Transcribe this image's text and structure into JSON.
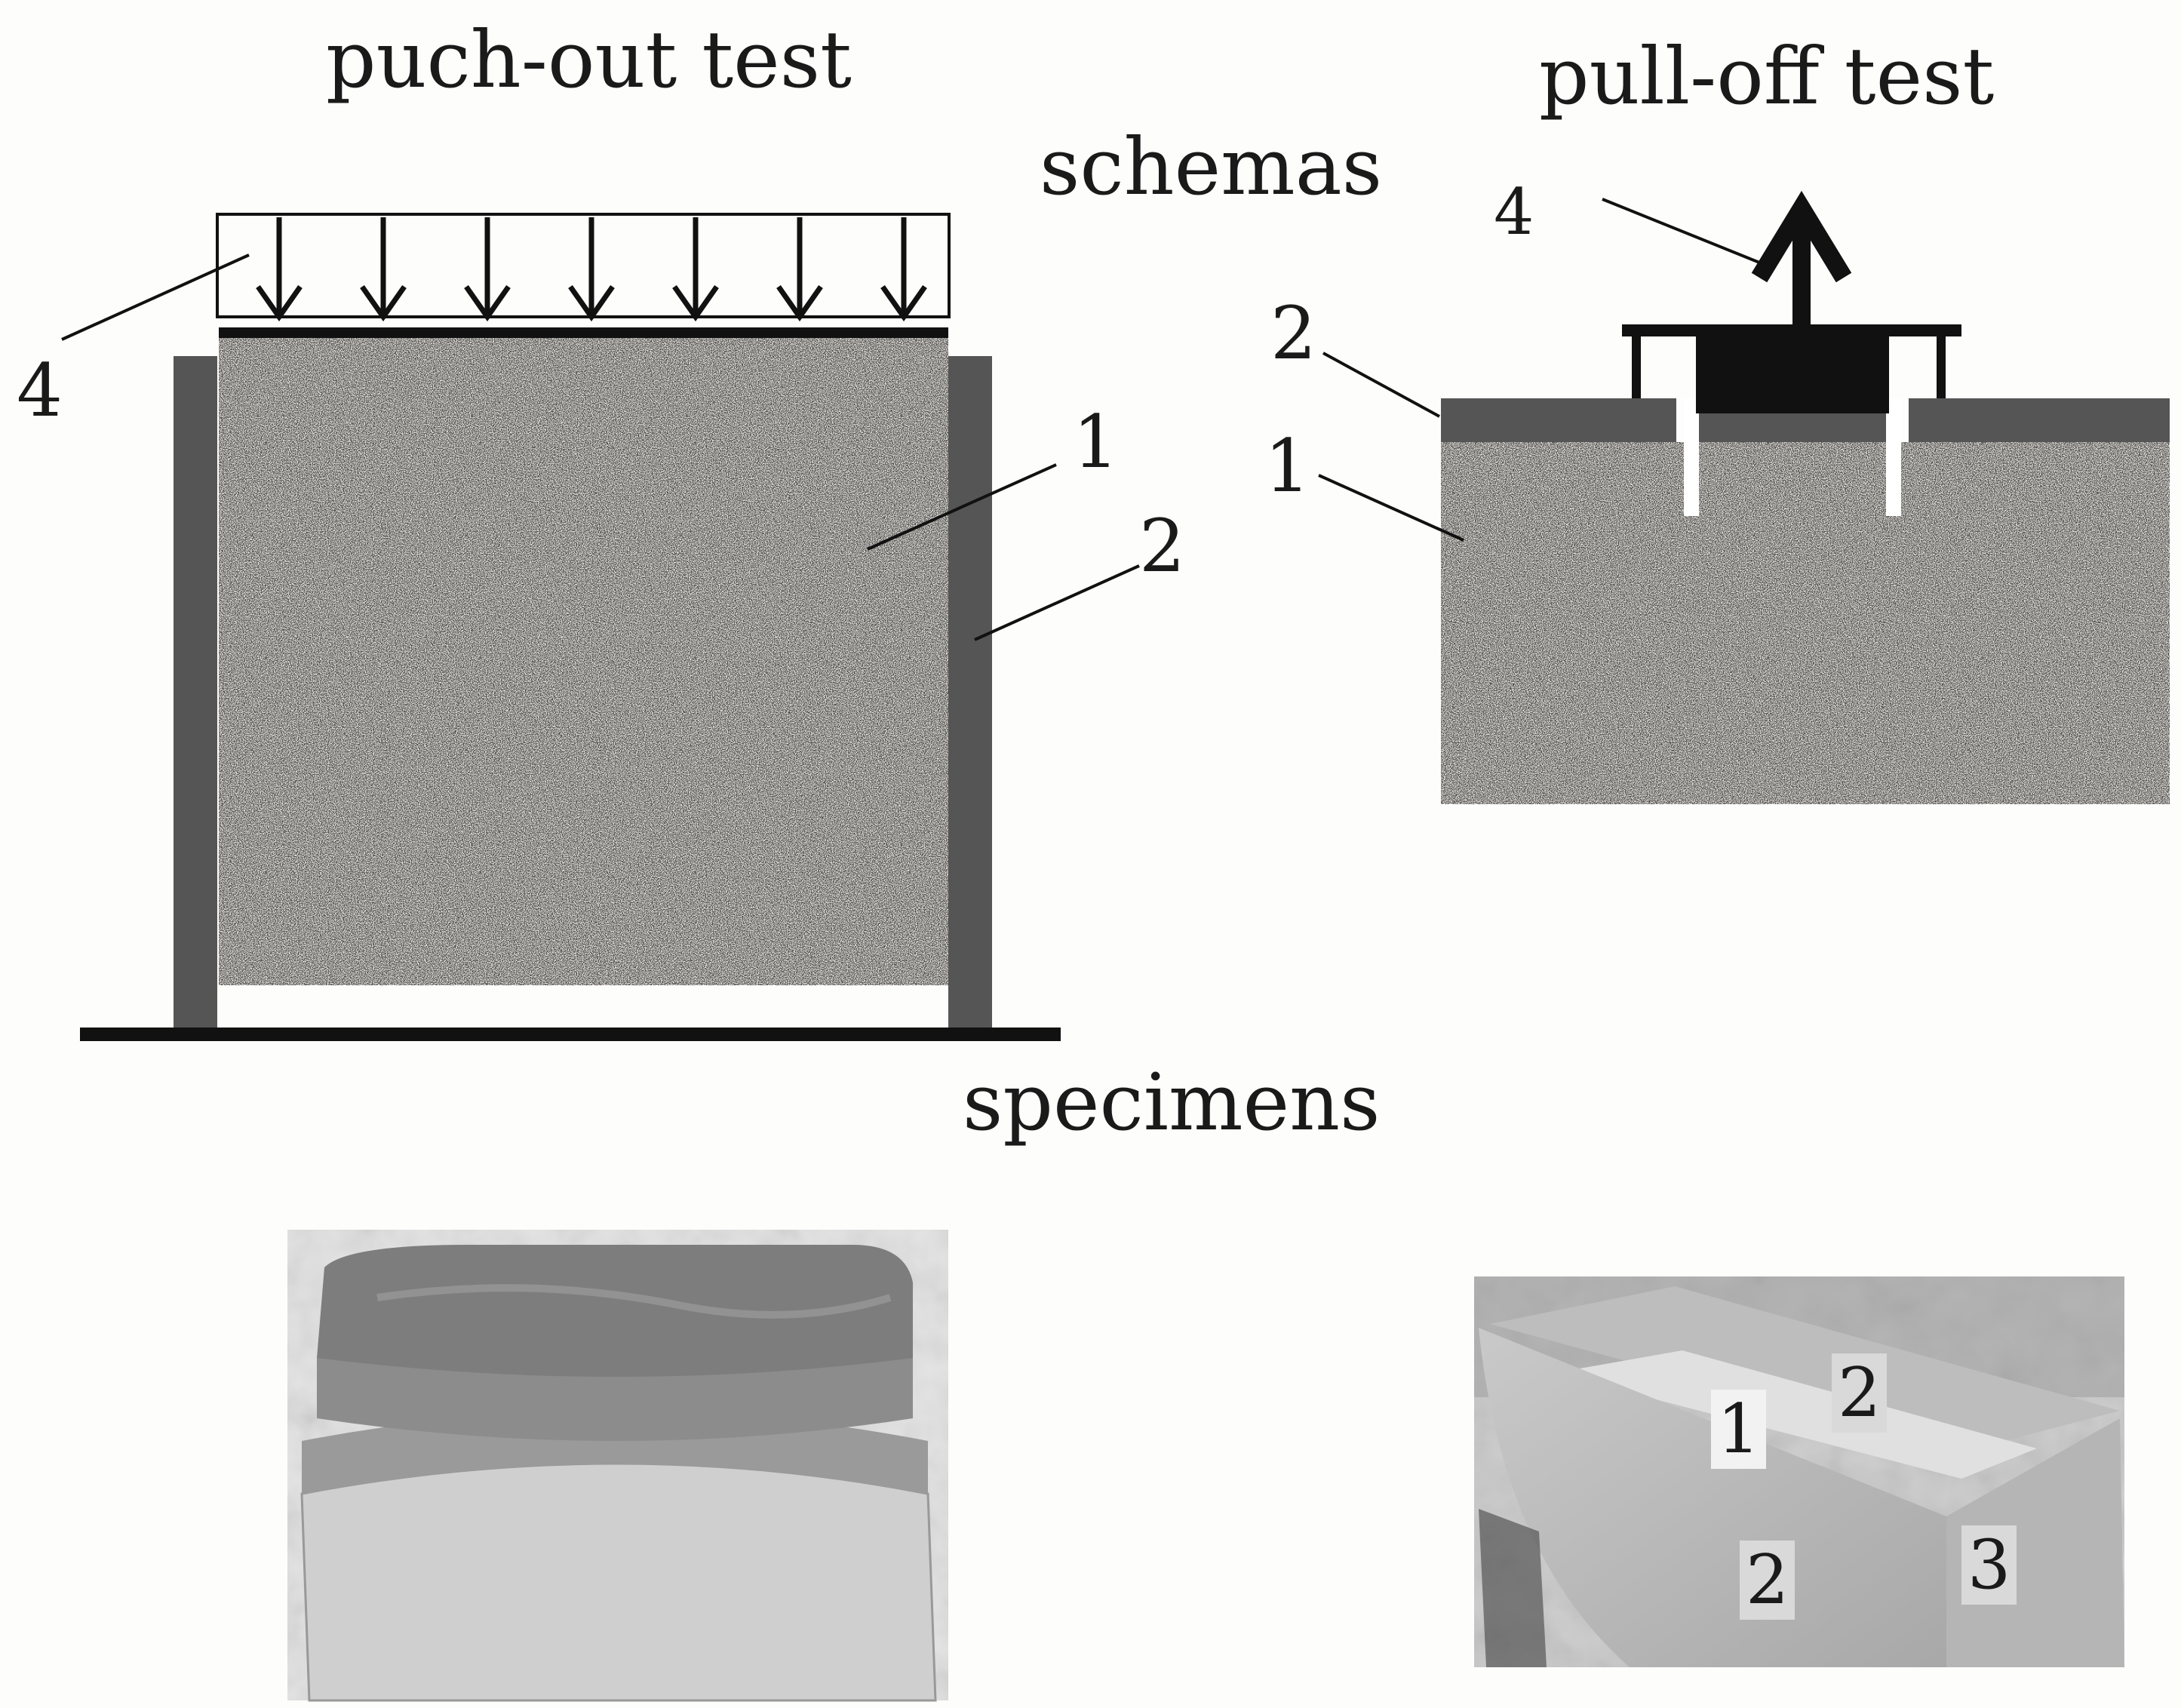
{
  "titles": {
    "left_test": "puch-out test",
    "right_test": "pull-off test",
    "schemas": "schemas",
    "specimens": "specimens"
  },
  "left_schema": {
    "label_4": "4",
    "label_1": "1",
    "label_2": "2"
  },
  "right_schema": {
    "label_4": "4",
    "label_2": "2",
    "label_1": "1"
  },
  "right_photo": {
    "label_1": "1",
    "label_2_top": "2",
    "label_2_bottom": "2",
    "label_3": "3"
  },
  "colors": {
    "dark_gray": "#555555",
    "black": "#111111",
    "concrete_light": "#e8e4dc"
  }
}
